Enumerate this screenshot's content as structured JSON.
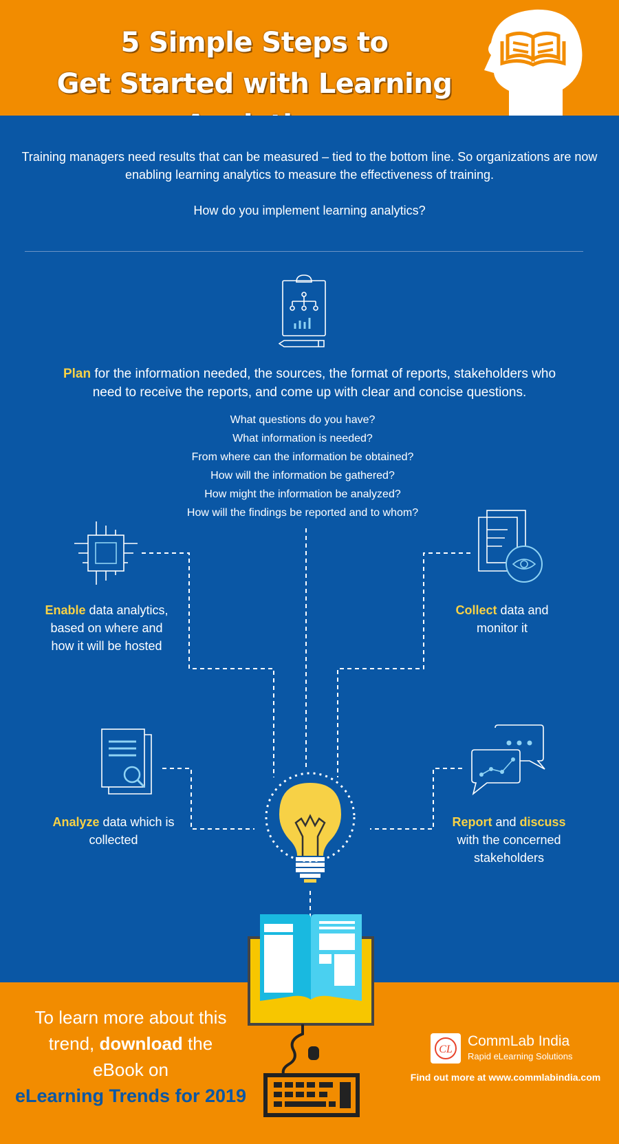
{
  "header": {
    "title_line1": "5 Simple Steps to",
    "title_line2": "Get Started with Learning Analytics"
  },
  "intro": {
    "text": "Training managers need results that can be measured – tied to the bottom line. So organizations are now enabling learning analytics to measure the effectiveness of training.",
    "question": "How do you implement learning analytics?"
  },
  "plan": {
    "keyword": "Plan",
    "text": " for the information needed, the sources, the format of reports, stakeholders who need to receive the reports, and come up with clear and concise questions.",
    "questions": [
      "What questions do you have?",
      "What information is needed?",
      "From where can the information be obtained?",
      "How will the information be gathered?",
      "How might the information be analyzed?",
      "How will the findings be reported and to whom?"
    ]
  },
  "steps": {
    "enable": {
      "keyword": "Enable",
      "line1": " data analytics,",
      "line2": "based on where and",
      "line3": "how it will be hosted"
    },
    "collect": {
      "keyword": "Collect",
      "line1": " data and",
      "line2": "monitor it"
    },
    "analyze": {
      "keyword": "Analyze",
      "line1": " data which is",
      "line2": "collected"
    },
    "report": {
      "keyword": "Report",
      "mid": " and ",
      "keyword2": "discuss",
      "line2": "with the concerned",
      "line3": "stakeholders"
    }
  },
  "footer": {
    "cta_line1": "To learn more about this",
    "cta_line2a": "trend, ",
    "cta_line2b": "download",
    "cta_line2c": " the",
    "cta_line3": "eBook on",
    "cta_title": "eLearning Trends for 2019",
    "logo_letters": "CL",
    "logo_name": "CommLab India",
    "logo_tag": "Rapid eLearning Solutions",
    "site": "Find out more at www.commlabindia.com"
  },
  "colors": {
    "orange": "#f28c00",
    "blue": "#0a57a5",
    "highlight": "#f7d146",
    "icon_line": "#8fd3f4"
  }
}
